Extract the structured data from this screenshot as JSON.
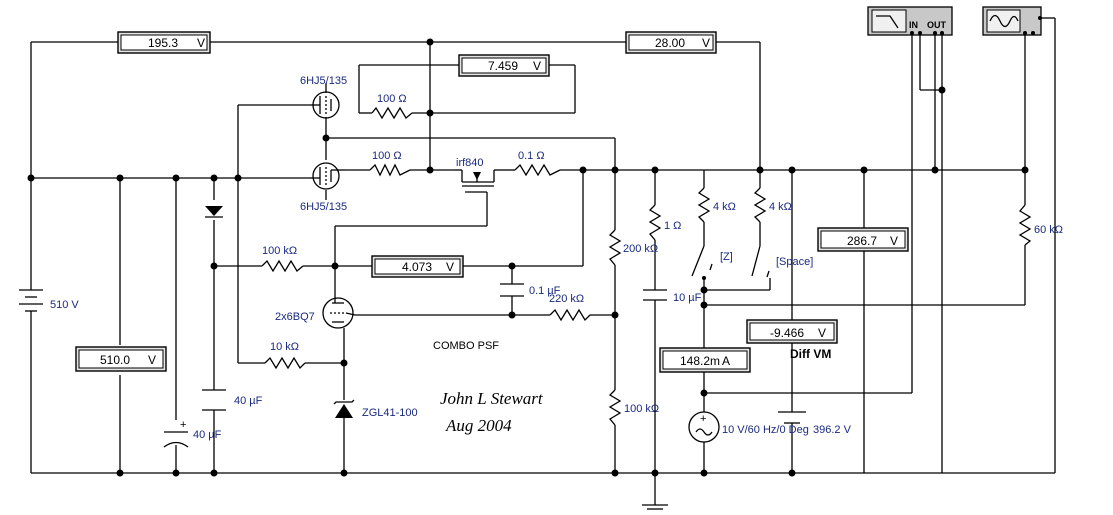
{
  "meters": {
    "m1": {
      "value": "195.3",
      "unit": "V"
    },
    "m2": {
      "value": "28.00",
      "unit": "V"
    },
    "m3": {
      "value": "7.459",
      "unit": "V"
    },
    "m4": {
      "value": "4.073",
      "unit": "V"
    },
    "m5": {
      "value": "510.0",
      "unit": "V"
    },
    "m6": {
      "value": "286.7",
      "unit": "V"
    },
    "m7": {
      "value": "-9.466",
      "unit": "V"
    },
    "m8": {
      "value": "148.2m",
      "unit": "A"
    }
  },
  "labels": {
    "tube_top": "6HJ5/135",
    "tube_mid": "6HJ5/135",
    "tube_bq": "2x6BQ7",
    "r_100_top": "100 Ω",
    "r_100_mid": "100 Ω",
    "mosfet": "irf840",
    "r_01": "0.1 Ω",
    "r_100k_mid": "100 kΩ",
    "r_10k": "10 kΩ",
    "r_220k": "220 kΩ",
    "r_200k": "200 kΩ",
    "r_100k_low": "100 kΩ",
    "r_1": "1 Ω",
    "r_4k_a": "4 kΩ",
    "r_4k_b": "4 kΩ",
    "r_60k": "60 kΩ",
    "c_01": "0.1 µF",
    "c_10": "10 µF",
    "c_40a": "40 µF",
    "c_40b": "40 µF",
    "zener": "ZGL41-100",
    "battery": "510 V",
    "source": "10 V/60 Hz/0 Deg",
    "dc_source": "396.2 V",
    "switch_z": "[Z]",
    "switch_space": "[Space]",
    "combo": "COMBO PSF",
    "diff_vm": "Diff VM",
    "author": "John L Stewart",
    "date": "Aug 2004",
    "scope_in": "IN",
    "scope_out": "OUT"
  }
}
